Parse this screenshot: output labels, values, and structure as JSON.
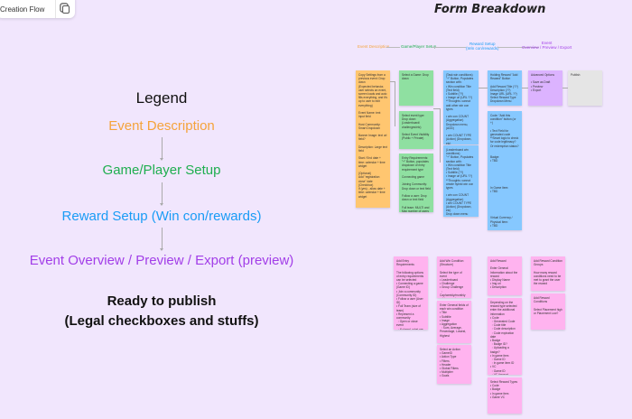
{
  "file_name": "Creation Flow",
  "title": "Form Breakdown",
  "legend": {
    "heading": "Legend",
    "items": [
      "Event Description",
      "Game/Player Setup",
      "Reward Setup (Win con/rewards)",
      "Event Overview / Preview / Export (preview)"
    ],
    "final": "Ready to publish\n(Legal checkboxes and stuffs)"
  },
  "flow": [
    "Event Description",
    "Game/Player Setup",
    "Reward Setup\n(Win con/rewards)",
    "Event\nOverview / Preview / Export"
  ],
  "colors": {
    "orange": "#f5a33b",
    "green": "#1fae4f",
    "blue": "#1a9cf5",
    "purple": "#a23ee8"
  },
  "stickies": {
    "o1": "Copy Settings from a previous event: Drop down\n(Expected behavior, user selects an event, screen loads and auto fills everything, and it's up to user to edit everything)\n\nEvent Name: text input field\n\nHost Community: Smart Dropdown\n\nBanner Image: text url field?\n\nDescription: Large text field\n\nStart / End date + time: calendar + time widget\n\n(Optional)\nAdd \"registration close\" date (Checkbox)\nIf (yes) - allow date + time: calendar + time widget",
    "g1": "Select a Game: Drop down",
    "g2": "Select event type: Drop down (Leaderboard/ challenges/etc)\n\nSelect Event Visibility (Public + Private)",
    "g3": "Entry Requirements: \"+\" Button, populates dropdown of entry requirement type\n\nConnecting game\n\nJoining Community: Drop down or text field\n\nFollow a user: Drop down or text field\n\nFull team: MULTI and Max number of users per team",
    "b1": "(Task win conditions)\n\"+\" Button, Populates section with:\n• Win condition Title (Text field)\n• Subtitle (??)\n• Image url (URL ??)\n**Thoughts: cannot add other win con types\n\n• win con COUNT (Aggregation) Dropdown menu, (ADD)\n\n• win COUNT TYPE (Action) (Dropdown, etc)\nDrop down menu",
    "b2": "(Leaderboard win conditions)\n\"+\" Button, Populates section with:\n• Win condition Title (Text field)\n• Subtitle (??)\n• Image url (URL ??)\n**Thoughts: cannot create hybrid win con types\n\n• win con COUNT (Aggregation)\n• win COUNT TYPE (Action) (Dropdown, etc)\nDrop down menu",
    "b3": "Holding Reward \"Add Reward\" Button\n\nAdd Reward Title (??)\nDescription (??)\nImage URL (URL ??)\nSelect Reward Type\nDropdown Menu",
    "b4": "Code: \"Add this condition\" button (or +)\n\n• Text Field for generated code\n**Smart logic to check for code legitimacy? Or redemption status?\n\n\nBadge:\n• TBD\n\n\n\n\n\n\nIn Game Item:\n• TBD\n\n\n\n\n\n\nVirtual Currency / Physical Item:\n• TBD",
    "p1": "Advanced Options\n\n• Save as Draft\n• Preview\n• Export",
    "gy1": "Publish",
    "k1": "Add Entry Requirements\n\nThe following options of entry requirements can be selected\n• Connecting a game (Game ID)\n• Join a community (Community ID)\n• Follow a user (User ID)\n• Full Team (size of team)\n• Represent a community\n  ◦ Open or close event\n  ◦ If closed, what are the community IDs that can participate",
    "k2": "Add Win Condition (Structure)\n\nSelect the type of event\n• Leaderboard\n• Challenge\n• Group Challenge\n  ◦ Cap/weekly/monthly achievements",
    "k3": "Enter General fields of each win condition\n• Title\n• Subtitle\n• Image\n• Aggregation\n  ◦ Sum, Average, Percentage, Lowest, Highest",
    "k4": "Select an Action\n• GameID\n• Action Type\n• Filters\n• Header\n• Global Filters\n• Multiplier\n• Goals",
    "k5": "Add Reward\n\nEnter General Information about the reward\n• Display Name\n• Img url\n• Description",
    "k6": "Depending on the reward type selected enter the additional information\n• Code\n  ◦ Generated Code\n  ◦ Code title\n  ◦ Code description\n  ◦ Code expiration date\n• Badge\n  ◦ Badge ID?\n  ◦ Uploading a badge?\n• In game item\n  ◦ Game ID\n  ◦ In game item ID\n• VC\n  ◦ Game ID\n  ◦ VC Amount\n  ◦ VC Type",
    "k7": "Select Reward Types\n• Code\n• Badge\n• In game item\n• Game VC",
    "k8": "Add Reward Condition Groups\n\nHow many reward conditions need to be met to grant the user the reward",
    "k9": "Add Reward Conditions\n\nSelect Placement high or Placement Low?"
  }
}
